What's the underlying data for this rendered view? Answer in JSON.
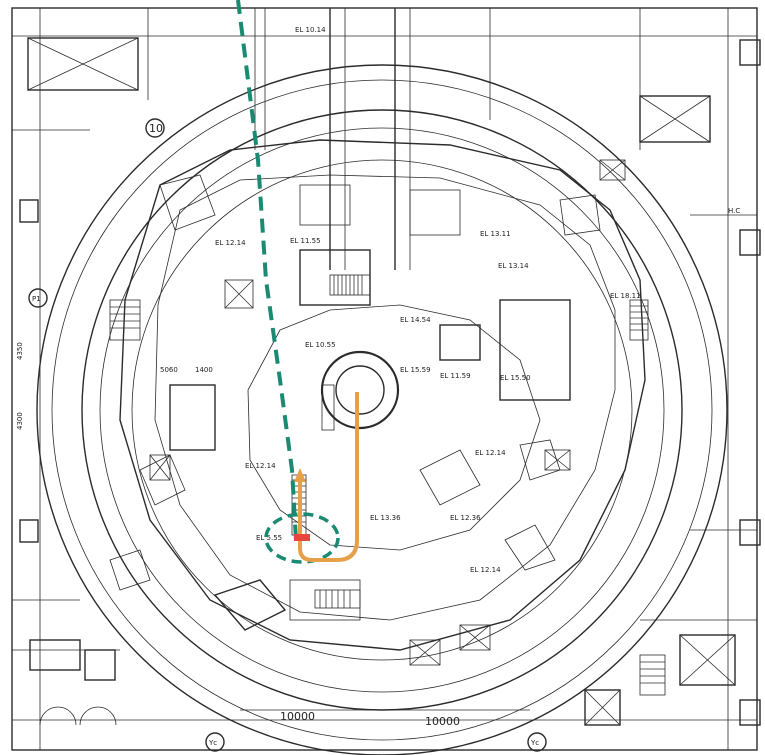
{
  "colors": {
    "line": "#2b2b2b",
    "dashed_route": "#1a8a72",
    "orange_route": "#e6a04a",
    "marker": "#e8453c",
    "paper": "#ffffff"
  },
  "labels": {
    "grid_10": "10",
    "grid_p1": "P1",
    "grid_yc_left": "Yc",
    "grid_yc_right": "Yc",
    "dim_bottom_left": "10000",
    "dim_bottom_right": "10000",
    "el_1": "EL 12.14",
    "el_2": "EL 12.14",
    "el_3": "EL 11.55",
    "el_4": "EL 14.54",
    "el_5": "EL 18.11",
    "el_6": "EL 13.11",
    "el_7": "EL 13.14",
    "el_8": "EL 10.55",
    "el_9": "EL 12.36",
    "el_10": "EL 15.59",
    "el_11": "EL 11.59",
    "el_12": "EL 12.14",
    "el_13": "EL 12.14",
    "el_14": "EL 13.36",
    "el_15": "EL 15.50",
    "el_16": "EL 10.14",
    "el_17": "EL 5.55",
    "dim_4350": "4350",
    "dim_4300": "4300",
    "dim_1400": "1400",
    "dim_5060": "5060",
    "hc": "H.C"
  }
}
